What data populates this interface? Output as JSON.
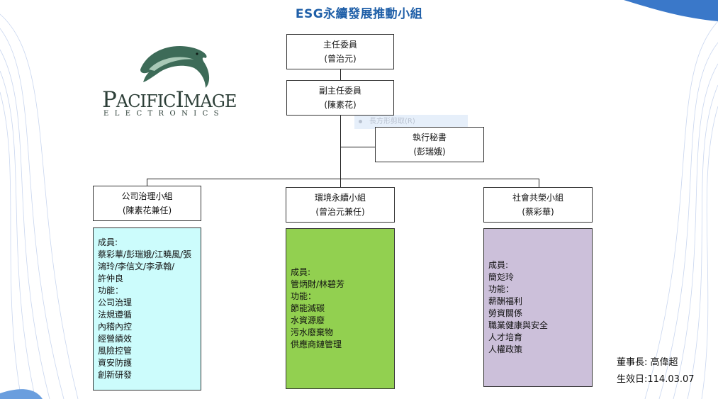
{
  "title": "ESG永續發展推動小組",
  "logo": {
    "name_big1": "P",
    "name_small1": "ACIFIC",
    "name_big2": "I",
    "name_small2": "MAGE",
    "subtitle": "ELECTRONICS"
  },
  "watermark": "長方形剪取(R)",
  "org": {
    "chair": {
      "title": "主任委員",
      "person": "(曾治元)"
    },
    "vice_chair": {
      "title": "副主任委員",
      "person": "(陳素花)"
    },
    "secretary": {
      "title": "執行秘書",
      "person": "(彭瑞娥)"
    },
    "groups": [
      {
        "title": "公司治理小組",
        "person": "(陳素花兼任)",
        "color": "#ccfcfc",
        "lines": [
          "成員:",
          "蔡彩華/彭瑞娥/江曉風/張",
          "鴻玲/李信文/李承翰/",
          "許仲良",
          "功能：",
          "公司治理",
          "法規遵循",
          "內稽內控",
          "經營績效",
          "風險控管",
          "資安防護",
          "創新研發"
        ]
      },
      {
        "title": "環境永續小組",
        "person": "(曾治元兼任)",
        "color": "#92d050",
        "lines": [
          "成員:",
          "管炳財/林碧芳",
          "功能：",
          "節能減碳",
          "水資源廢",
          "污水廢棄物",
          "供應商鏈管理"
        ]
      },
      {
        "title": "社會共榮小組",
        "person": "(蔡彩華)",
        "color": "#ccc0da",
        "lines": [
          "成員:",
          "簡彣玲",
          "功能：",
          "薪酬福利",
          "勞資關係",
          "職業健康與安全",
          "人才培育",
          "人權政策"
        ]
      }
    ]
  },
  "signature": {
    "chairman": "董事長:  高偉超",
    "effective": "生效日:114.03.07"
  }
}
